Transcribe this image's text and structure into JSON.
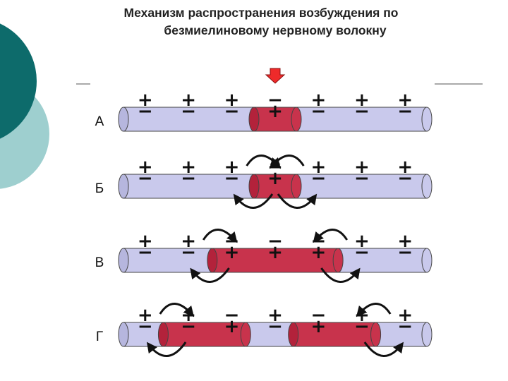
{
  "title": {
    "line1": "Механизм распространения возбуждения по",
    "line2": "безмиелиновому нервному волокну"
  },
  "colors": {
    "axon": "#c9c9ec",
    "excited": "#c8334c",
    "deco_dark": "#0d6b6b",
    "deco_light": "#9ecfcf",
    "pointer": "#ee2a2a"
  },
  "rows": [
    {
      "label": "А",
      "top": [
        "+",
        "+",
        "+",
        "−",
        "+",
        "+",
        "+"
      ],
      "bottom": [
        "−",
        "−",
        "−",
        "+",
        "−",
        "−",
        "−"
      ],
      "excited_segments": [
        3
      ],
      "current_arrows": [],
      "stimulus_arrow": true
    },
    {
      "label": "Б",
      "top": [
        "+",
        "+",
        "+",
        "−",
        "+",
        "+",
        "+"
      ],
      "bottom": [
        "−",
        "−",
        "−",
        "+",
        "−",
        "−",
        "−"
      ],
      "excited_segments": [
        3
      ],
      "current_arrows": [
        [
          3,
          2
        ],
        [
          3,
          4
        ]
      ],
      "stimulus_arrow": false
    },
    {
      "label": "В",
      "top": [
        "+",
        "+",
        "−",
        "−",
        "−",
        "+",
        "+"
      ],
      "bottom": [
        "−",
        "−",
        "+",
        "+",
        "+",
        "−",
        "−"
      ],
      "excited_segments": [
        2,
        3,
        4
      ],
      "current_arrows": [
        [
          2,
          1
        ],
        [
          4,
          5
        ]
      ],
      "stimulus_arrow": false
    },
    {
      "label": "Г",
      "top": [
        "+",
        "+",
        "−",
        "+",
        "−",
        "+",
        "+"
      ],
      "bottom": [
        "−",
        "−",
        "+",
        "−",
        "+",
        "−",
        "−"
      ],
      "excited_segments": [
        1,
        2,
        4,
        5
      ],
      "current_arrows": [
        [
          1,
          0
        ],
        [
          5,
          6
        ]
      ],
      "stimulus_arrow": false
    }
  ]
}
